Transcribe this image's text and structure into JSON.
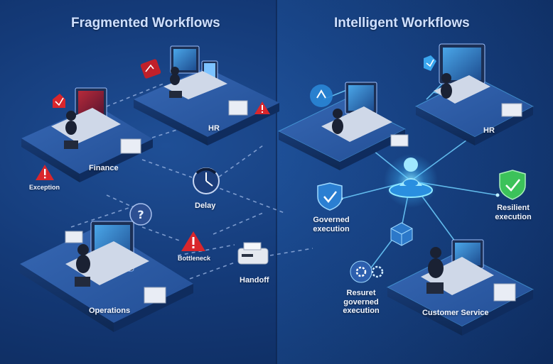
{
  "left_panel": {
    "title": "Fragmented Workflows",
    "labels": {
      "hr": "HR",
      "finance": "Finance",
      "exception": "Exception",
      "delay": "Delay",
      "bottleneck": "Bottleneck",
      "handoff": "Handoff",
      "operations": "Operations"
    }
  },
  "right_panel": {
    "title": "Intelligent Workflows",
    "labels": {
      "hr": "HR",
      "governed": "Governed execution",
      "resilient": "Resilient execution",
      "resuret": "Resuret governed execution",
      "customer_service": "Customer Service"
    }
  },
  "colors": {
    "background": "#143a78",
    "platform_top": "#2a5aa6",
    "alert_red": "#d9262c",
    "glow_cyan": "#56d4ff",
    "shield_green": "#3cc25a"
  },
  "icons": [
    "warning-icon",
    "clock-icon",
    "question-icon",
    "printer-icon",
    "shield-check-icon",
    "gear-icon",
    "ai-agent-icon",
    "cube-icon",
    "paper-stack-icon"
  ]
}
